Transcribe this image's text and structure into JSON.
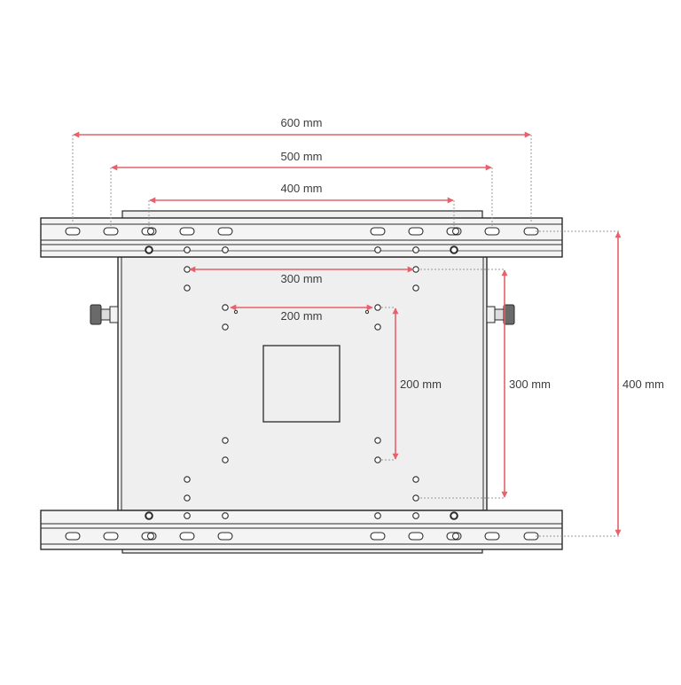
{
  "dimensions": {
    "width_600": "600 mm",
    "width_500": "500 mm",
    "width_400": "400 mm",
    "width_300": "300 mm",
    "width_200": "200 mm",
    "height_200": "200 mm",
    "height_300": "300 mm",
    "height_400": "400 mm"
  },
  "colors": {
    "dimension_arrow": "#e8606a",
    "outline": "#2a2a2a",
    "plate_fill": "#efefef",
    "rail_fill": "#f4f4f4",
    "guide_line": "#9a9a9a"
  }
}
